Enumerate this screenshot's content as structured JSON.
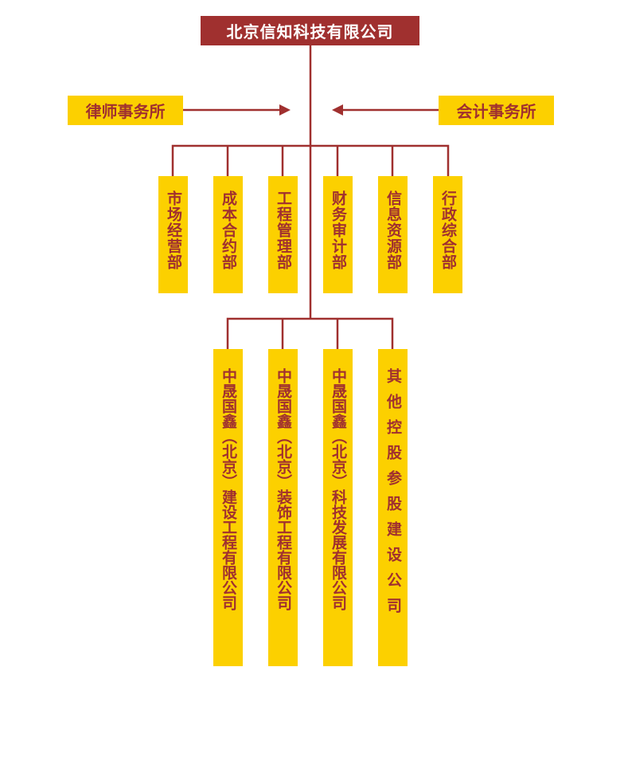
{
  "root": {
    "label": "北京信知科技有限公司"
  },
  "advisors": [
    {
      "label": "律师事务所"
    },
    {
      "label": "会计事务所"
    }
  ],
  "departments": [
    {
      "label": "市场经营部"
    },
    {
      "label": "成本合约部"
    },
    {
      "label": "工程管理部"
    },
    {
      "label": "财务审计部"
    },
    {
      "label": "信息资源部"
    },
    {
      "label": "行政综合部"
    }
  ],
  "subsidiaries": [
    {
      "label": "中晟国鑫（北京）建设工程有限公司"
    },
    {
      "label": "中晟国鑫（北京）装饰工程有限公司"
    },
    {
      "label": "中晟国鑫（北京）科技发展有限公司"
    },
    {
      "label": "其他控股参股建设公司"
    }
  ],
  "colors": {
    "primary": "#A0302F",
    "accent": "#FCD000"
  }
}
